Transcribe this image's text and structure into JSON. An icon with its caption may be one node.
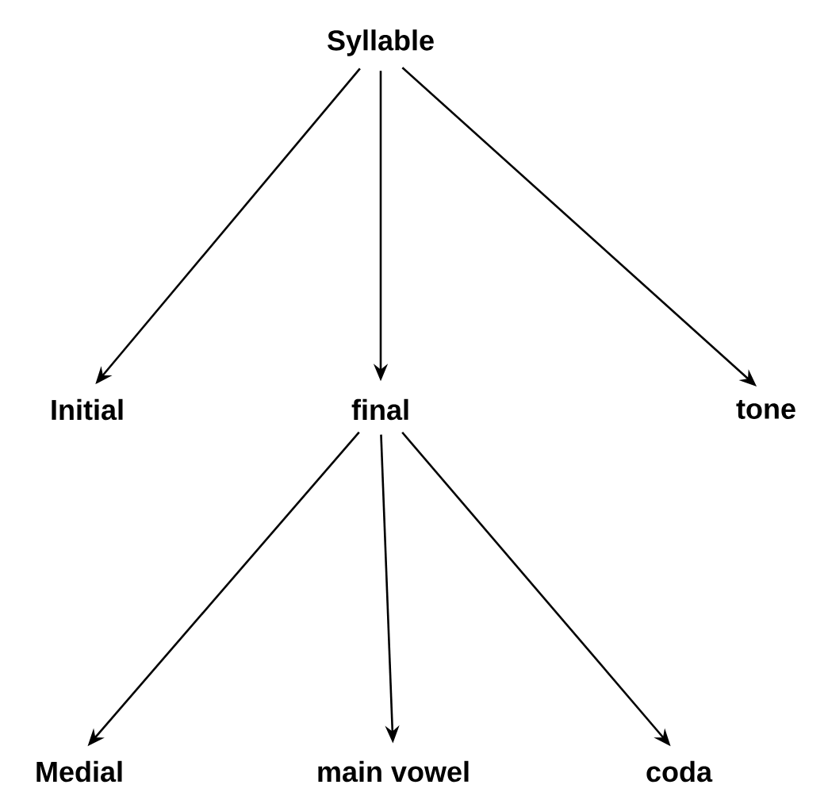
{
  "diagram": {
    "nodes": [
      {
        "text": [
          "Syllable"
        ]
      },
      {
        "text": [
          "Initial"
        ]
      },
      {
        "text": [
          "final"
        ]
      },
      {
        "text": [
          "tone"
        ]
      },
      {
        "text": [
          "Medial"
        ]
      },
      {
        "text": [
          "main vowel"
        ]
      },
      {
        "text": [
          "coda"
        ]
      }
    ],
    "edges": [
      {
        "from": 0,
        "to": 1,
        "arrow": "to"
      },
      {
        "from": 0,
        "to": 2,
        "arrow": "to"
      },
      {
        "from": 0,
        "to": 3,
        "arrow": "to"
      },
      {
        "from": 2,
        "to": 4,
        "arrow": "to"
      },
      {
        "from": 2,
        "to": 5,
        "arrow": "to"
      },
      {
        "from": 2,
        "to": 6,
        "arrow": "to"
      }
    ]
  }
}
